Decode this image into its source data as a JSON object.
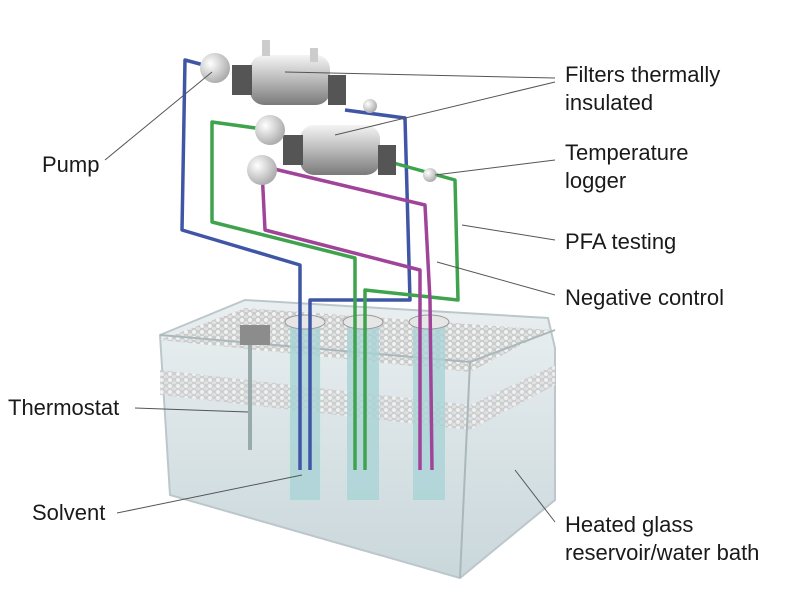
{
  "labels": {
    "filters": [
      "Filters thermally",
      "insulated"
    ],
    "pump": "Pump",
    "temperature_logger": [
      "Temperature",
      "logger"
    ],
    "pfa_testing": "PFA testing",
    "negative_control": "Negative control",
    "thermostat": "Thermostat",
    "solvent": "Solvent",
    "reservoir": [
      "Heated glass",
      "reservoir/water bath"
    ]
  },
  "colors": {
    "blue_line": "#3f56a6",
    "green_line": "#3fa34d",
    "purple_line": "#a0449a",
    "glass": "#cfdde2",
    "solvent": "#a9d3d6",
    "leader": "#555555"
  }
}
